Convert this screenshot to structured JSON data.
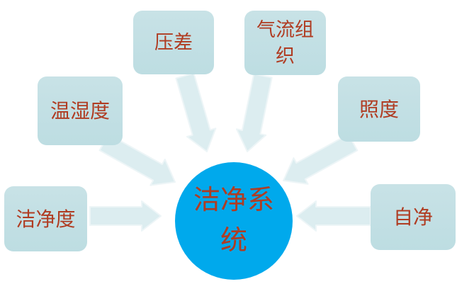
{
  "diagram": {
    "type": "converging-radial",
    "center": {
      "label": "洁净系统",
      "shape": "circle"
    },
    "factors": [
      {
        "label": "压差",
        "position": "top-left",
        "shape": "rounded-rectangle"
      },
      {
        "label": "气流组织",
        "position": "top-right",
        "shape": "rounded-rectangle"
      },
      {
        "label": "温湿度",
        "position": "upper-left",
        "shape": "rounded-rectangle"
      },
      {
        "label": "照度",
        "position": "upper-right",
        "shape": "rounded-rectangle"
      },
      {
        "label": "洁净度",
        "position": "left",
        "shape": "rounded-rectangle"
      },
      {
        "label": "自净",
        "position": "right",
        "shape": "rounded-rectangle"
      }
    ],
    "connections": [
      {
        "from": "压差",
        "to": "洁净系统",
        "style": "block-arrow"
      },
      {
        "from": "气流组织",
        "to": "洁净系统",
        "style": "block-arrow"
      },
      {
        "from": "温湿度",
        "to": "洁净系统",
        "style": "block-arrow"
      },
      {
        "from": "照度",
        "to": "洁净系统",
        "style": "block-arrow"
      },
      {
        "from": "洁净度",
        "to": "洁净系统",
        "style": "block-arrow"
      },
      {
        "from": "自净",
        "to": "洁净系统",
        "style": "block-arrow"
      }
    ]
  },
  "colors": {
    "background": "#ffffff",
    "box_fill": "#c8e2e6",
    "box_fill_bottom": "#bddde2",
    "arrow_fill": "#dcedf0",
    "arrow_outline": "#edf5f7",
    "circle_fill": "#00a9ec",
    "text_color": "#b03c22"
  }
}
